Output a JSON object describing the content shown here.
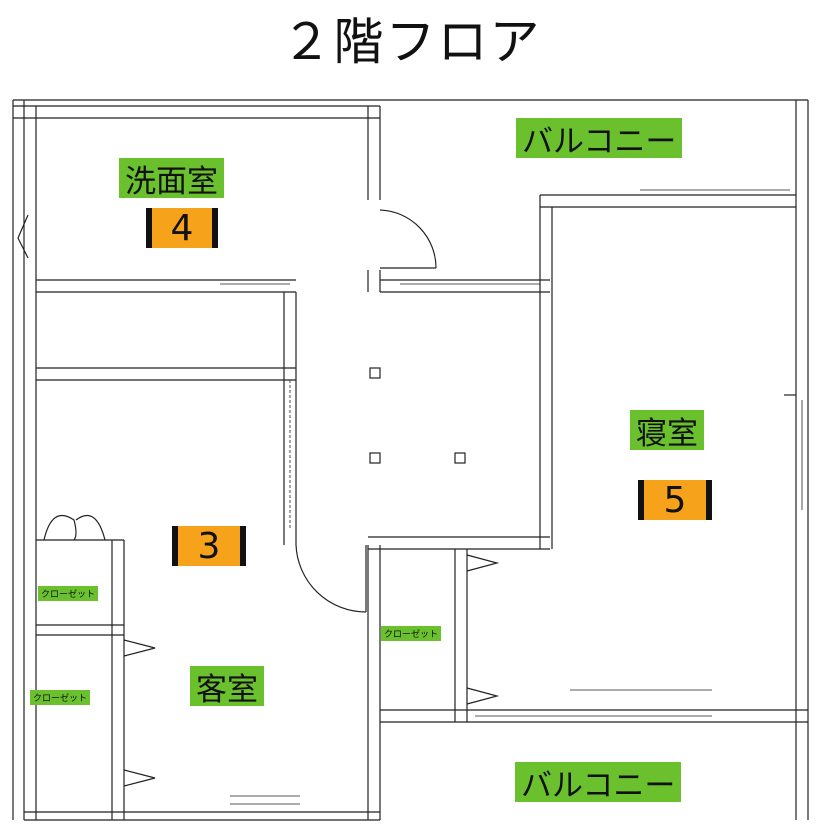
{
  "title": "２階フロア",
  "rooms": {
    "washroom": {
      "label": "洗面室",
      "number": "4"
    },
    "guest": {
      "label": "客室",
      "number": "3"
    },
    "bedroom": {
      "label": "寝室",
      "number": "5"
    }
  },
  "balcony_label": "バルコニー",
  "closet_label": "クローゼット",
  "colors": {
    "label_bg": "#6ac12d",
    "number_bg": "#f7a21b",
    "line": "#222222"
  }
}
